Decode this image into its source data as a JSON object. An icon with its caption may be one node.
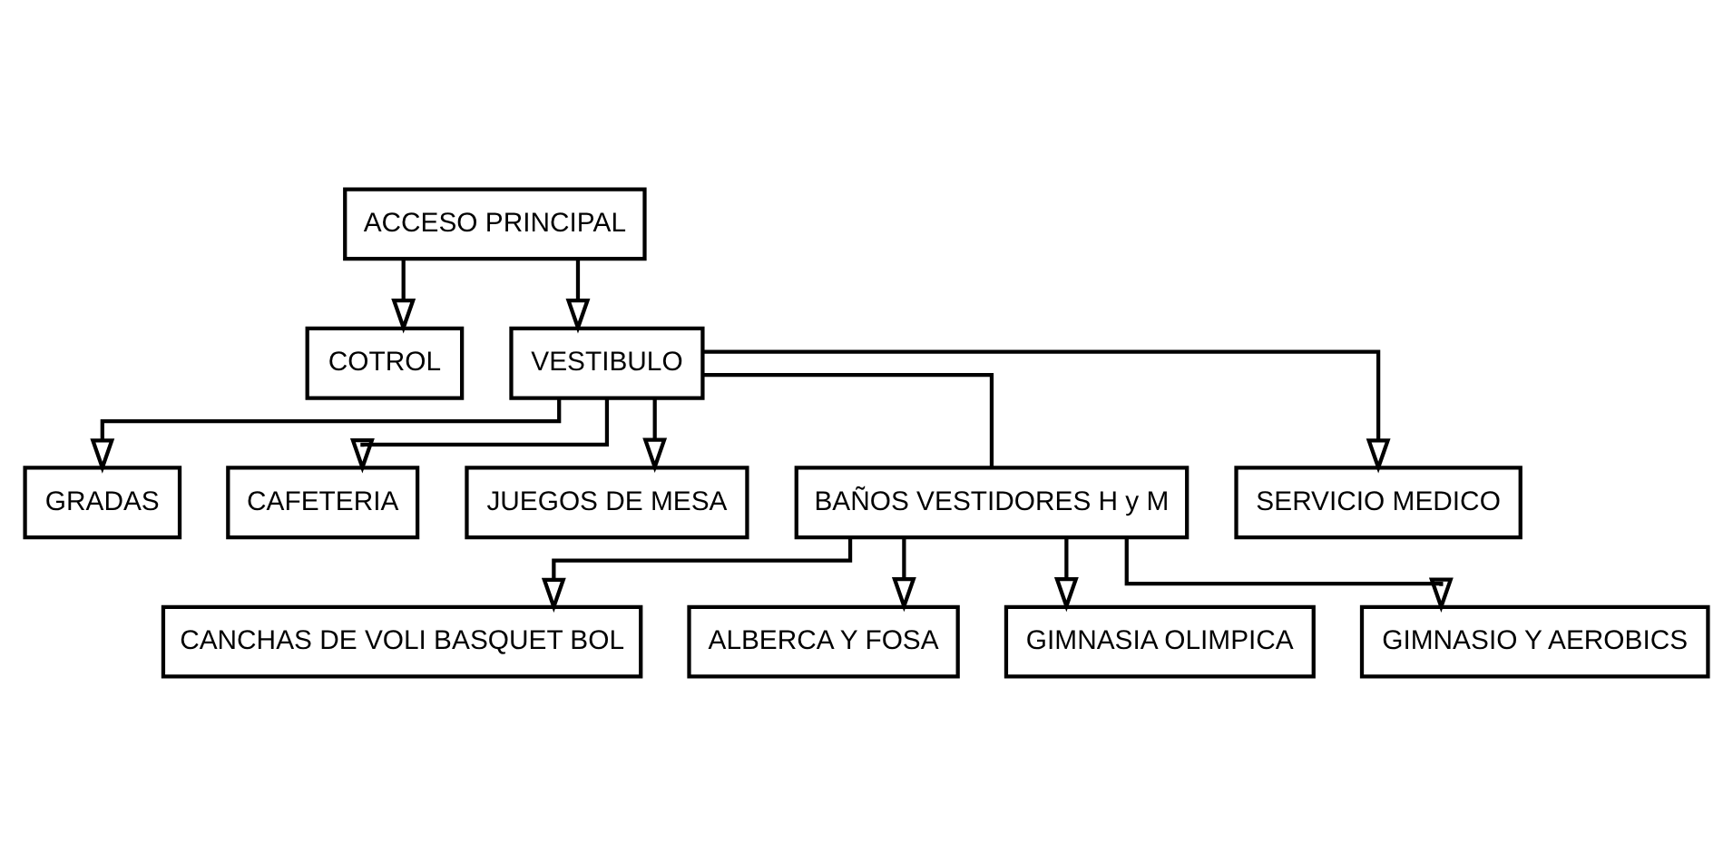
{
  "diagram": {
    "nodes": [
      {
        "text": [
          "ACCESO PRINCIPAL"
        ]
      },
      {
        "text": [
          "COTROL"
        ]
      },
      {
        "text": [
          "VESTIBULO"
        ]
      },
      {
        "text": [
          "GRADAS"
        ]
      },
      {
        "text": [
          "CAFETERIA"
        ]
      },
      {
        "text": [
          "JUEGOS DE MESA"
        ]
      },
      {
        "text": [
          "BAÑOS VESTIDORES H y M"
        ]
      },
      {
        "text": [
          "SERVICIO MEDICO"
        ]
      },
      {
        "text": [
          "CANCHAS DE VOLI BASQUET BOL"
        ]
      },
      {
        "text": [
          "ALBERCA Y FOSA"
        ]
      },
      {
        "text": [
          "GIMNASIA OLIMPICA"
        ]
      },
      {
        "text": [
          "GIMNASIO Y AEROBICS"
        ]
      }
    ],
    "edges": [
      {
        "from": 0,
        "to": 2,
        "arrow": "to"
      },
      {
        "from": 0,
        "to": 1,
        "arrow": "to"
      },
      {
        "from": 2,
        "to": 3,
        "arrow": "to"
      },
      {
        "from": 2,
        "to": 4,
        "arrow": "to"
      },
      {
        "from": 2,
        "to": 5,
        "arrow": "to"
      },
      {
        "from": 2,
        "to": 6,
        "arrow": "none"
      },
      {
        "from": 2,
        "to": 7,
        "arrow": "to"
      },
      {
        "from": 6,
        "to": 8,
        "arrow": "to"
      },
      {
        "from": 6,
        "to": 9,
        "arrow": "to"
      },
      {
        "from": 6,
        "to": 10,
        "arrow": "to"
      },
      {
        "from": 6,
        "to": 11,
        "arrow": "to"
      }
    ]
  }
}
